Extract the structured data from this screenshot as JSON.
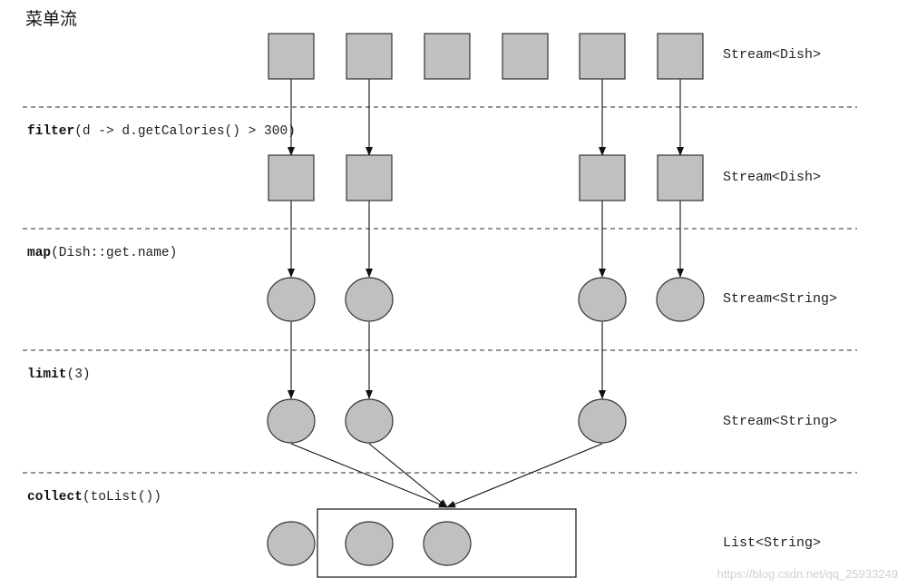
{
  "title": "菜单流",
  "stages": [
    {
      "method": "",
      "args": "",
      "stream_type": "Stream<Dish>",
      "items": [
        true,
        true,
        true,
        true,
        true,
        true
      ],
      "shape": "square"
    },
    {
      "method": "filter",
      "args": "(d -> d.getCalories() > 300)",
      "stream_type": "Stream<Dish>",
      "items": [
        true,
        true,
        false,
        false,
        true,
        true
      ],
      "shape": "square"
    },
    {
      "method": "map",
      "args": "(Dish::get.name)",
      "stream_type": "Stream<String>",
      "items": [
        true,
        true,
        false,
        false,
        true,
        true
      ],
      "shape": "circle"
    },
    {
      "method": "limit",
      "args": "(3)",
      "stream_type": "Stream<String>",
      "items": [
        true,
        true,
        false,
        false,
        true,
        false
      ],
      "shape": "circle"
    },
    {
      "method": "collect",
      "args": "(toList())",
      "stream_type": "List<String>",
      "items": [
        true,
        true,
        true,
        false,
        false,
        false
      ],
      "shape": "circle"
    }
  ],
  "watermark": "https://blog.csdn.net/qq_25933249",
  "colors": {
    "fill": "#c0c0c0",
    "stroke": "#333333",
    "divider": "#555555"
  }
}
